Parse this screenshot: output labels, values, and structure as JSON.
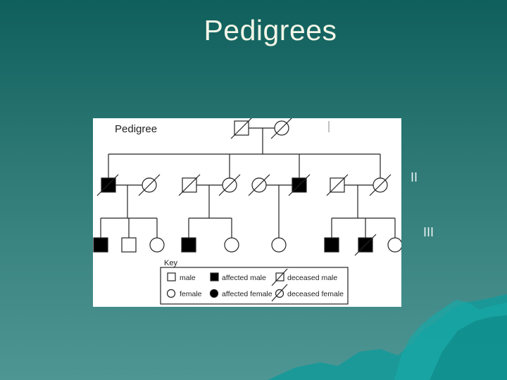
{
  "slide": {
    "title": "Pedigrees",
    "generation_labels": [
      "II",
      "III"
    ]
  },
  "figure": {
    "title": "Pedigree",
    "key_title": "Key",
    "key": [
      {
        "label": "male",
        "symbol": "square"
      },
      {
        "label": "affected male",
        "symbol": "filled-square"
      },
      {
        "label": "deceased male",
        "symbol": "crossed-square"
      },
      {
        "label": "female",
        "symbol": "circle"
      },
      {
        "label": "affected female",
        "symbol": "filled-circle"
      },
      {
        "label": "deceased female",
        "symbol": "crossed-circle"
      }
    ]
  },
  "colors": {
    "background_top": "#0f5f5c",
    "background_bottom": "#4e9694",
    "title": "#f3f6e8",
    "mountain": "#139a9a"
  }
}
